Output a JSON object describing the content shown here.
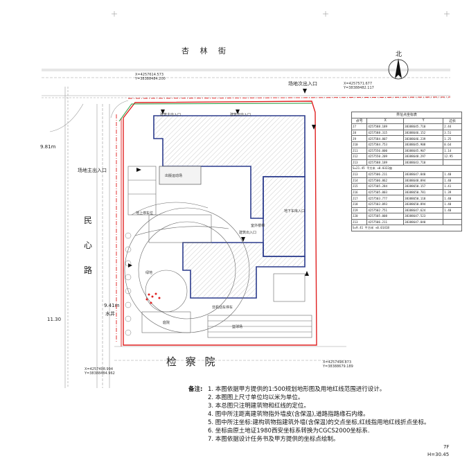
{
  "streets": {
    "north": "杏 林 街",
    "south": "检 察 院",
    "west": "民 心 路"
  },
  "entrances": {
    "main": "场地主出入口",
    "secondary": "场地次出入口"
  },
  "north_arrow": "北",
  "dims": {
    "road_width_top": "9.81m",
    "road_width_mid": "9.41m",
    "well": "水井",
    "side_left": "11.30",
    "scale_mark": "7F",
    "height_mark": "H=30.45"
  },
  "coord_table": {
    "title": "界址点坐标表",
    "headers": [
      "点号",
      "X",
      "Y",
      "边长"
    ],
    "rows_a": [
      [
        "J7",
        "4257588.189",
        "38388645.710",
        "2.44"
      ],
      [
        "J8",
        "4257588.315",
        "38388646.152",
        "3.51"
      ],
      [
        "J9",
        "4257584.807",
        "38388646.239",
        "1.25"
      ],
      [
        "J10",
        "4257584.753",
        "38388645.908",
        "0.64"
      ],
      [
        "J11",
        "4257556.000",
        "38388645.907",
        "1.14"
      ],
      [
        "J12",
        "4257550.209",
        "38388648.297",
        "12.95"
      ],
      [
        "J13",
        "4257588.189",
        "38388643.710",
        ""
      ]
    ],
    "sum_a": "S=21.45 平方米 ≈0.0322亩",
    "rows_b": [
      [
        "J13",
        "4257506.211",
        "38388647.840",
        "1.40"
      ],
      [
        "J14",
        "4257506.862",
        "38388648.894",
        "1.40"
      ],
      [
        "J15",
        "4257505.284",
        "38388650.157",
        "1.41"
      ],
      [
        "J16",
        "4257505.003",
        "38388650.781",
        "1.39"
      ],
      [
        "J17",
        "4257503.777",
        "38388650.118",
        "1.40"
      ],
      [
        "J18",
        "4257503.093",
        "38388650.894",
        "1.40"
      ],
      [
        "J19",
        "4257502.751",
        "38388647.624",
        "1.40"
      ],
      [
        "J20",
        "4257505.008",
        "38388647.523",
        ""
      ],
      [
        "J13",
        "4257506.211",
        "38388647.840",
        ""
      ]
    ],
    "sum_b": "S=9.41 平方米 ≈0.01418"
  },
  "notes": {
    "heading": "备注:",
    "items": [
      "1. 本图依据甲方提供的1:500规划地形图及用地红线范围进行设计。",
      "2. 本图图上尺寸单位均以米为单位。",
      "3. 本总图只注明建筑物和红线的定位。",
      "4. 图中所注距离建筑物指外墙皮(含保温),道路指路缘石内缘。",
      "5. 图中所注坐标:建构筑物指建筑外墙(含保温)的交点坐标,红线指用地红线折点坐标。",
      "6. 坐标由原土地证1980西安坐标系转换为CGCS2000坐标系.",
      "7. 本图依据设计任务书及甲方提供的坐标点绘制。"
    ]
  },
  "building_labels": {
    "main_entrance": "建筑主出入口",
    "secondary_entrance": "建筑次出入口",
    "fire_entrance": "建筑出入口",
    "parking": "地上停车位",
    "stairs": "室外楼梯",
    "garage_ramp": "地下车库入口",
    "bike": "非机动车停车",
    "hall": "出版运动场",
    "hint_green": "绿地",
    "hint_court": "篮球场",
    "yard": "庭院"
  },
  "coords": {
    "c1": "X=4257614.573",
    "c1y": "Y=38388484.200",
    "c2": "X=4257571.677",
    "c2y": "Y=38388482.117",
    "c3": "X=4257498.994",
    "c3y": "Y=38388484.962",
    "c4": "X=4257498.873",
    "c4y": "Y=38388679.189"
  },
  "colors": {
    "redline": "#e02020",
    "building": "#2a3a8c",
    "green": "#1f9a3a",
    "grid": "#bbbbbb"
  }
}
